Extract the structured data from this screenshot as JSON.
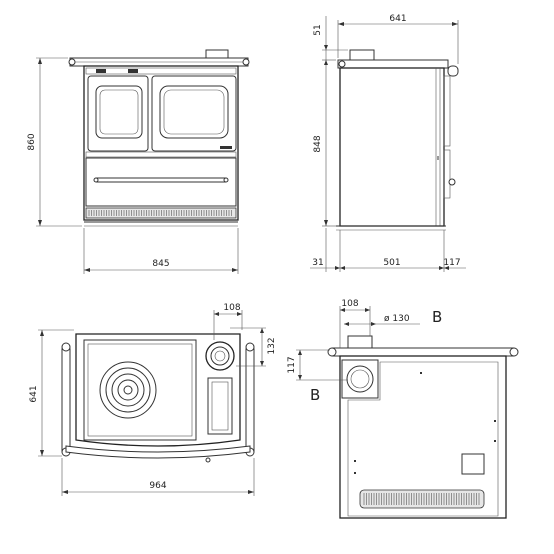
{
  "dimensions": {
    "front_height": "860",
    "front_width": "845",
    "side_width": "641",
    "side_top": "51",
    "side_height": "848",
    "side_bottom_left": "31",
    "side_bottom_mid": "501",
    "side_bottom_right": "117",
    "top_flue_width": "108",
    "top_flue_height": "132",
    "top_depth": "641",
    "top_width": "964",
    "rear_flue_width": "108",
    "rear_flue_diameter": "ø 130",
    "rear_flue_height": "117"
  },
  "labels": {
    "view_b_top": "B",
    "view_b_side": "B"
  }
}
